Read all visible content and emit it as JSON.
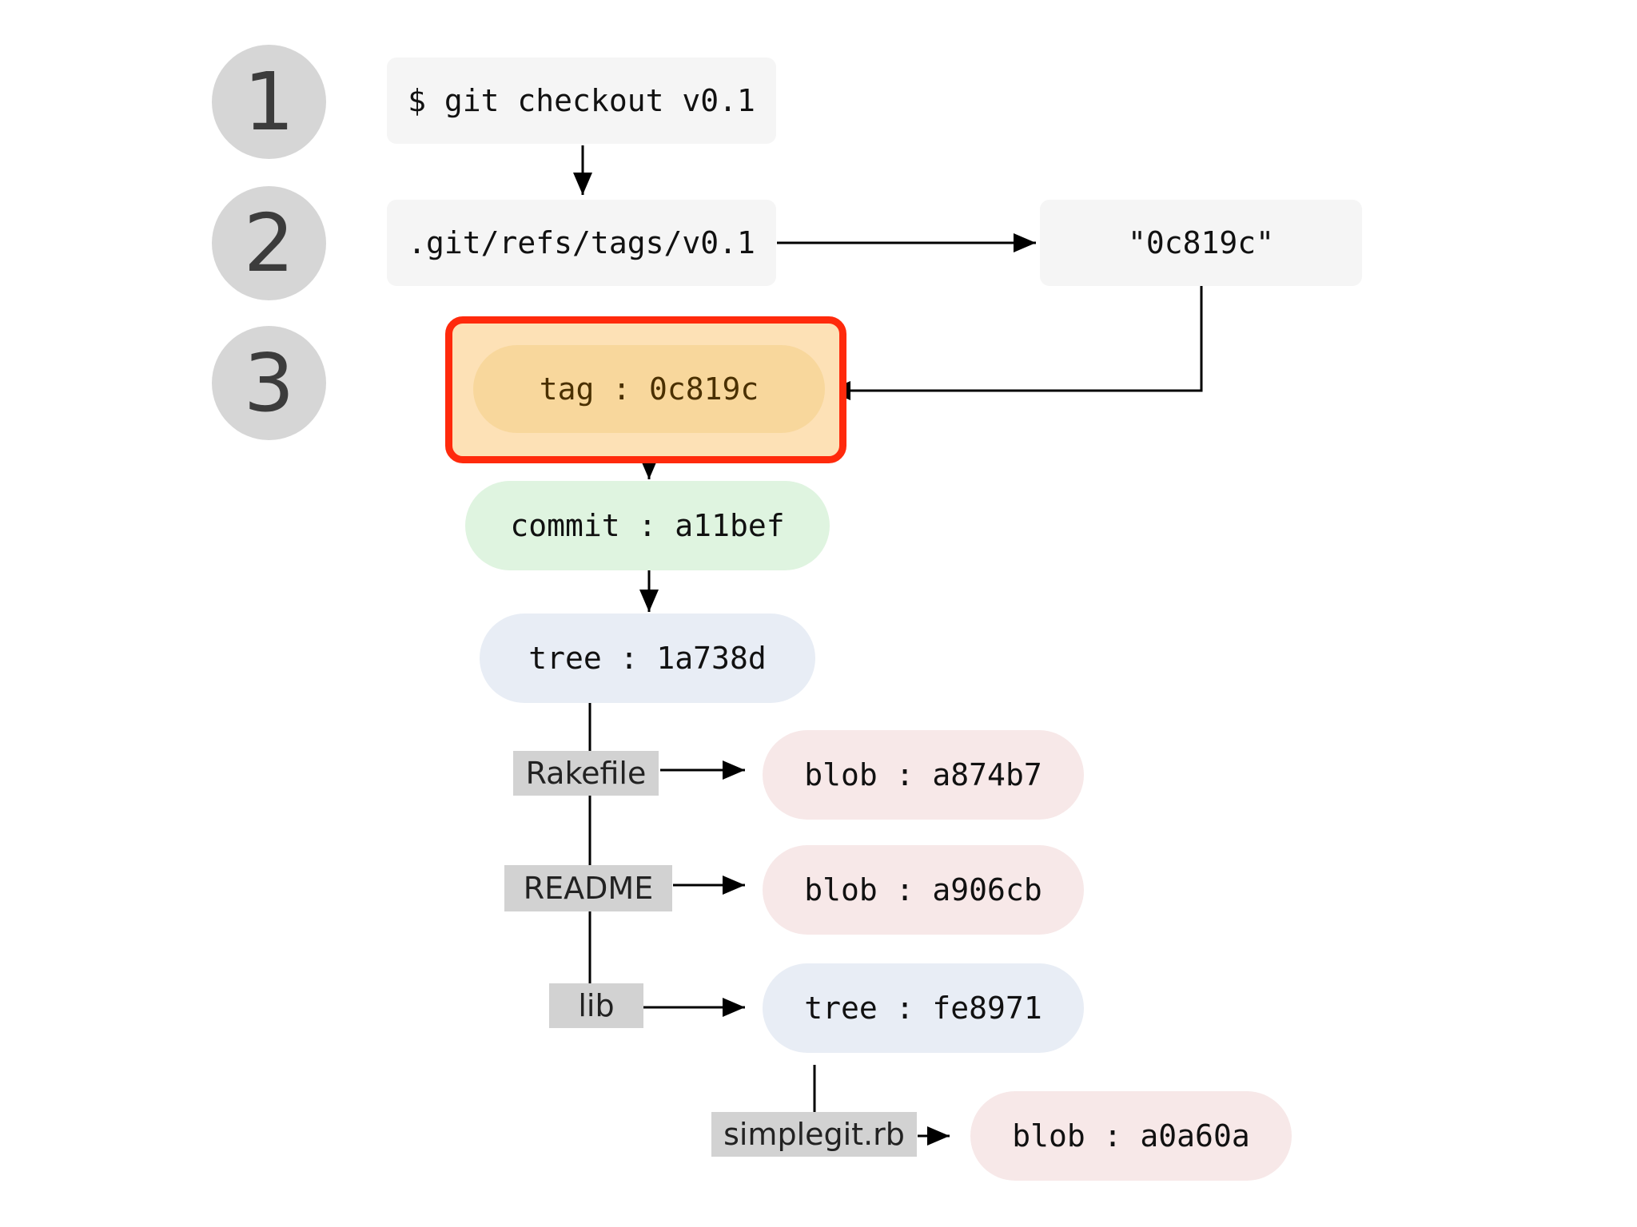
{
  "steps": [
    "1",
    "2",
    "3"
  ],
  "command": "$ git checkout v0.1",
  "ref_path": ".git/refs/tags/v0.1",
  "ref_value": "\"0c819c\"",
  "objects": {
    "tag": "tag : 0c819c",
    "commit": "commit : a11bef",
    "tree_root": "tree : 1a738d",
    "blob_rakefile": "blob : a874b7",
    "blob_readme": "blob : a906cb",
    "tree_lib": "tree : fe8971",
    "blob_simplegit": "blob : a0a60a"
  },
  "entries": {
    "rakefile": "Rakefile",
    "readme": "README",
    "lib": "lib",
    "simplegit": "simplegit.rb"
  },
  "colors": {
    "highlight_border": "#ff2a0c",
    "tag": "#f8d79c",
    "commit": "#dff4e0",
    "tree": "#e8edf5",
    "blob": "#f7e8e8"
  }
}
